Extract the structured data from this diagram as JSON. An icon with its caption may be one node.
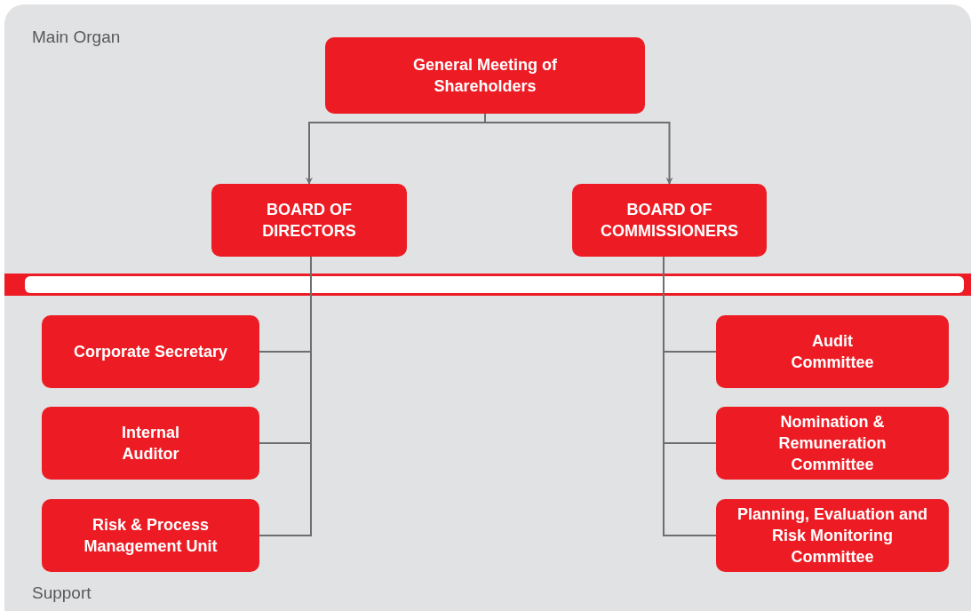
{
  "diagram": {
    "nodes": [
      {
        "text": [
          "General Meeting of Shareholders"
        ]
      },
      {
        "text": [
          "BOARD OF DIRECTORS"
        ]
      },
      {
        "text": [
          "BOARD OF COMMISSIONERS"
        ]
      },
      {
        "text": [
          "Corporate Secretary"
        ]
      },
      {
        "text": [
          "Internal Auditor"
        ]
      },
      {
        "text": [
          "Risk & Process Management Unit"
        ]
      },
      {
        "text": [
          "Audit Committee"
        ]
      },
      {
        "text": [
          "Nomination & Remuneration Committee"
        ]
      },
      {
        "text": [
          "Planning, Evaluation and Risk Monitoring Committee"
        ]
      }
    ],
    "edges": [
      {
        "from": 0,
        "to": 1,
        "arrow": "to"
      },
      {
        "from": 0,
        "to": 2,
        "arrow": "to"
      },
      {
        "from": 1,
        "to": 3,
        "arrow": "none"
      },
      {
        "from": 1,
        "to": 4,
        "arrow": "none"
      },
      {
        "from": 1,
        "to": 5,
        "arrow": "none"
      },
      {
        "from": 2,
        "to": 6,
        "arrow": "none"
      },
      {
        "from": 2,
        "to": 7,
        "arrow": "none"
      },
      {
        "from": 2,
        "to": 8,
        "arrow": "none"
      }
    ],
    "labels": [
      "Main Organ",
      "Support"
    ]
  }
}
